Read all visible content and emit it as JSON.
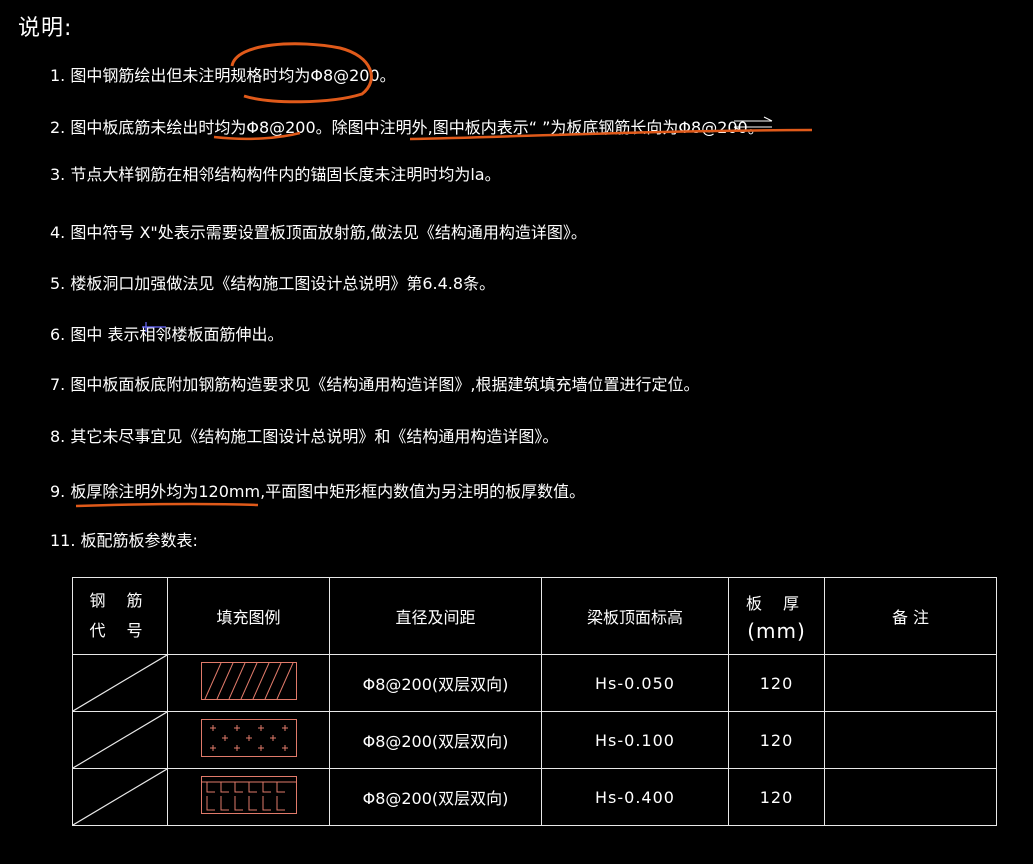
{
  "title": "说明:",
  "notes": [
    "1. 图中钢筋绘出但未注明规格时均为Φ8@200。",
    "2. 图中板底筋未绘出时均为Φ8@200。除图中注明外,图中板内表示“    ”为板底钢筋长向为Φ8@200。",
    "3. 节点大样钢筋在相邻结构构件内的锚固长度未注明时均为la。",
    "4. 图中符号 X\"处表示需要设置板顶面放射筋,做法见《结构通用构造详图》。",
    "5. 楼板洞口加强做法见《结构施工图设计总说明》第6.4.8条。",
    "6. 图中        表示相邻楼板面筋伸出。",
    "7. 图中板面板底附加钢筋构造要求见《结构通用构造详图》,根据建筑填充墙位置进行定位。",
    "8. 其它未尽事宜见《结构施工图设计总说明》和《结构通用构造详图》。",
    "9. 板厚除注明外均为120mm,平面图中矩形框内数值为另注明的板厚数值。",
    "11. 板配筋板参数表:"
  ],
  "table": {
    "headers": {
      "code_line1": "钢 筋",
      "code_line2": "代 号",
      "legend": "填充图例",
      "spec": "直径及间距",
      "elevation": "梁板顶面标高",
      "thickness_line1": "板 厚",
      "thickness_line2": "(mm)",
      "remark": "备 注"
    },
    "rows": [
      {
        "pattern": "diagonal-hatch",
        "spec": "Φ8@200(双层双向)",
        "elevation": "Hs-0.050",
        "thickness": "120",
        "remark": ""
      },
      {
        "pattern": "cross-hatch",
        "spec": "Φ8@200(双层双向)",
        "elevation": "Hs-0.100",
        "thickness": "120",
        "remark": ""
      },
      {
        "pattern": "brick-hatch",
        "spec": "Φ8@200(双层双向)",
        "elevation": "Hs-0.400",
        "thickness": "120",
        "remark": ""
      }
    ]
  },
  "colors": {
    "background": "#000000",
    "text": "#ffffff",
    "markup": "#e05a1a",
    "hatch": "#e07a6a",
    "table_border": "#e8e8e8"
  }
}
